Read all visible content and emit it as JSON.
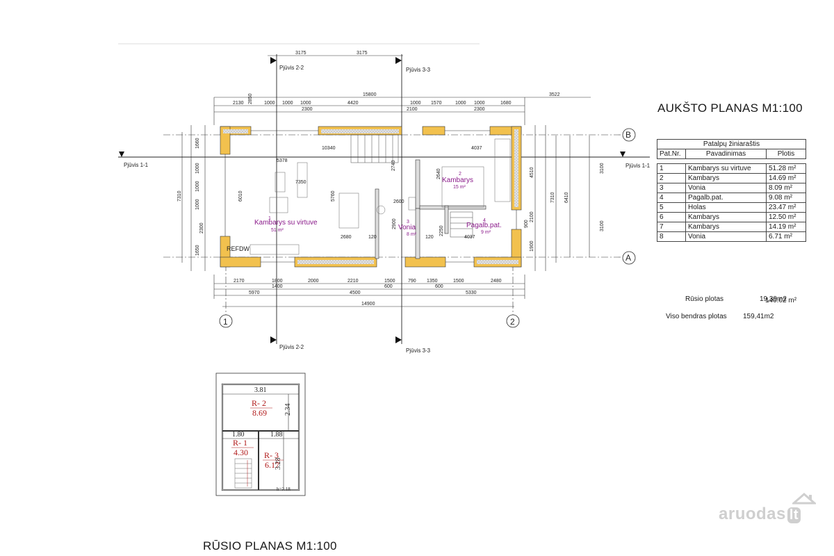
{
  "floor_plan": {
    "title": "AUKŠTO PLANAS M1:100",
    "axes": {
      "a": "A",
      "b": "B",
      "n1": "1",
      "n2": "2"
    },
    "cuts": {
      "c11": "Pjūvis 1-1",
      "c22": "Pjūvis 2-2",
      "c33": "Pjūvis 3-3"
    },
    "rooms": [
      {
        "num": "1",
        "name": "Kambarys su virtuve",
        "area": "51 m²"
      },
      {
        "num": "2",
        "name": "Kambarys",
        "area": "15 m²"
      },
      {
        "num": "3",
        "name": "Vonia",
        "area": "8 m²"
      },
      {
        "num": "4",
        "name": "Pagalb.pat.",
        "area": "9 m²"
      }
    ],
    "refdw": "REFDW",
    "dims_top": [
      "3175",
      "3175",
      "15800",
      "3522",
      "2130",
      "2850",
      "1000",
      "1000",
      "1000",
      "4420",
      "1000",
      "1570",
      "1000",
      "1000",
      "1680",
      "2300",
      "2100",
      "2300"
    ],
    "dims_bottom": [
      "2170",
      "1800",
      "2000",
      "2210",
      "1500",
      "790",
      "1350",
      "1500",
      "2480",
      "1400",
      "600",
      "600",
      "5970",
      "4500",
      "5330",
      "14900"
    ],
    "dims_left": [
      "1660",
      "1000",
      "1000",
      "1000",
      "2300",
      "1650",
      "7310",
      "6010"
    ],
    "dims_right": [
      "4510",
      "2100",
      "900",
      "1900",
      "7310",
      "6410",
      "3100",
      "3100"
    ],
    "dims_inner": [
      "10340",
      "5378",
      "4037",
      "7350",
      "5760",
      "2740",
      "2640",
      "2600",
      "2900",
      "2680",
      "120",
      "2250",
      "4037",
      "120"
    ]
  },
  "room_schedule": {
    "caption": "Patalpų žiniaraštis",
    "headers": [
      "Pat.Nr.",
      "Pavadinimas",
      "Plotis"
    ],
    "rows": [
      {
        "nr": "1",
        "name": "Kambarys su virtuve",
        "area": "51.28 m²"
      },
      {
        "nr": "2",
        "name": "Kambarys",
        "area": "14.69 m²"
      },
      {
        "nr": "3",
        "name": "Vonia",
        "area": "8.09 m²"
      },
      {
        "nr": "4",
        "name": "Pagalb.pat.",
        "area": "9.08 m²"
      },
      {
        "nr": "5",
        "name": "Holas",
        "area": "23.47 m²"
      },
      {
        "nr": "6",
        "name": "Kambarys",
        "area": "12.50 m²"
      },
      {
        "nr": "7",
        "name": "Kambarys",
        "area": "14.19 m²"
      },
      {
        "nr": "8",
        "name": "Vonia",
        "area": "6.71 m²"
      }
    ],
    "total": "140.02 m²",
    "basement_area_label": "Rūsio plotas",
    "basement_area_value": "19,39m2",
    "gross_area_label": "Viso bendras plotas",
    "gross_area_value": "159,41m2"
  },
  "basement_plan": {
    "title": "RŪSIO PLANAS M1:100",
    "dims": [
      "3.81",
      "2.34",
      "1.80",
      "1.88",
      "3.28",
      "h=2.18"
    ],
    "rooms": [
      {
        "code": "R- 2",
        "area": "8.69"
      },
      {
        "code": "R- 1",
        "area": "4.30"
      },
      {
        "code": "R- 3",
        "area": "6.17"
      }
    ]
  },
  "watermark": {
    "text": "aruodas",
    "suffix": "lt"
  },
  "colors": {
    "wall_insulation": "#f2c14e",
    "wall_fill": "#e8e8e8",
    "room_text": "#8a1a8a",
    "basement_room_text": "#b01818"
  }
}
